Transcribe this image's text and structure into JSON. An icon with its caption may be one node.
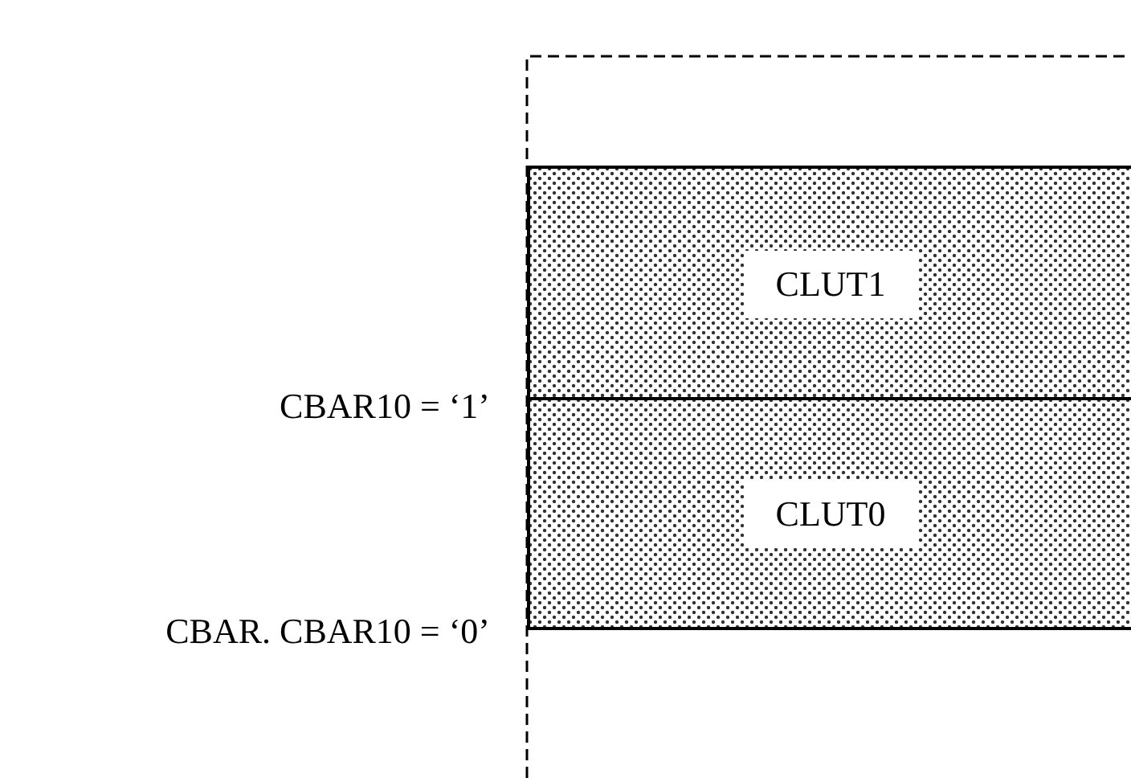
{
  "diagram": {
    "nodes": [
      {
        "text": [
          "CLUT1"
        ]
      },
      {
        "text": [
          "CLUT0"
        ]
      }
    ],
    "labels": [
      "CBAR10 = ‘1’",
      "CBAR. CBAR10 = ‘0’"
    ]
  }
}
